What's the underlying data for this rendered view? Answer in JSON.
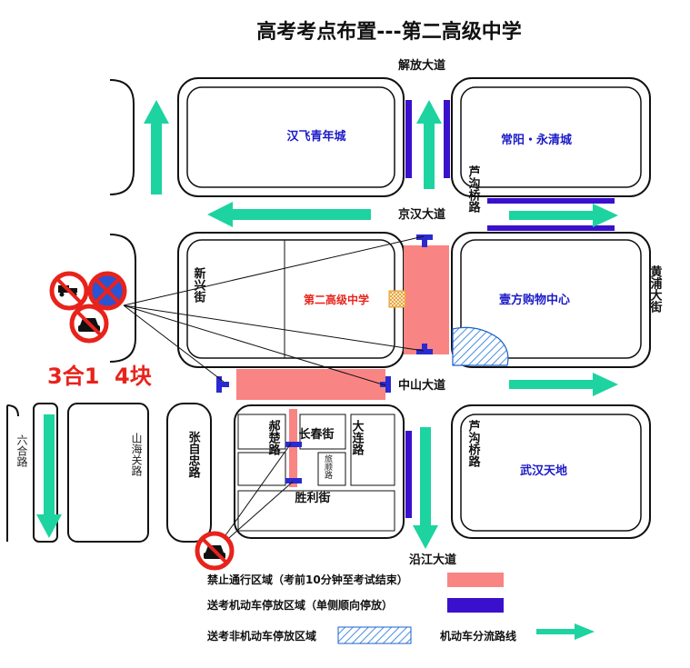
{
  "title": "高考考点布置---第二高级中学",
  "blocks": {
    "han_fei": "汉飞青年城",
    "changyang": "常阳・永清城",
    "school": "第二高级中学",
    "yifang": "壹方购物中心",
    "wuhan_tiandi": "武汉天地"
  },
  "roads": {
    "jiefang": "解放大道",
    "jinghan": "京汉大道",
    "zhongshan": "中山大道",
    "yanjiang": "沿江大道",
    "lugouqiao_top": "芦沟桥路",
    "lugouqiao_bottom": "芦沟桥路",
    "huangpu": "黄浦大街",
    "xinxing": "新兴街",
    "liuhe": "六合路",
    "shanhaiguan": "山海关路",
    "zhangzizhong": "张自忠路",
    "chuncheng": "郝楚路",
    "changchun": "长春街",
    "dalian": "大连路",
    "lushun": "旅顺路",
    "shengli": "胜利街"
  },
  "annotation": {
    "three_in_one": "3合1",
    "four_blocks": "4块"
  },
  "legend": {
    "forbidden": "禁止通行区域（考前10分钟至考试结束）",
    "motor_parking": "送考机动车停放区域（单侧顺向停放）",
    "nonmotor_parking": "送考非机动车停放区域",
    "diversion": "机动车分流路线"
  },
  "colors": {
    "forbidden": "#f98484",
    "parking": "#3a10cc",
    "arrow": "#1dd3a0",
    "sign_red": "#e8231b",
    "sign_blue": "#2a54d4",
    "label_blue": "#1c1cc8",
    "label_red": "#e8231b"
  },
  "icons": [
    "no-truck-icon",
    "no-parking-icon",
    "no-car-icon",
    "diversion-arrow-icon",
    "school-gate-icon"
  ]
}
